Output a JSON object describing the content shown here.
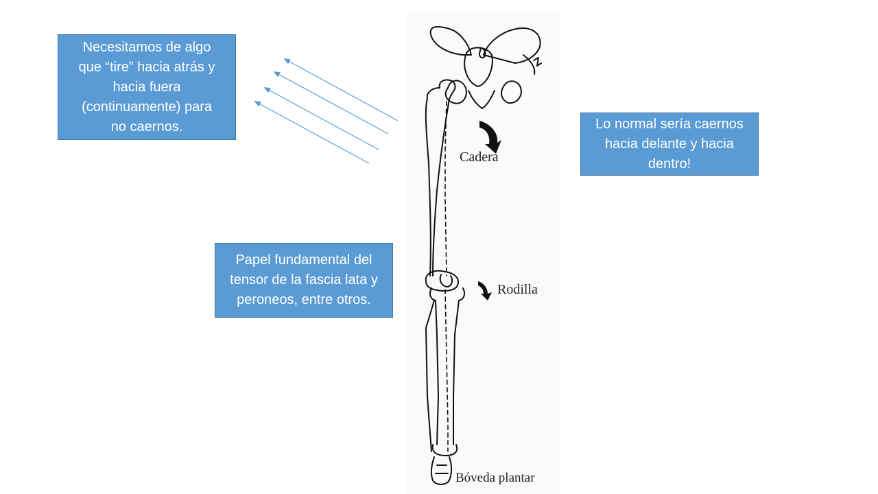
{
  "callouts": {
    "left": "Necesitamos de algo\nque “tire” hacia atrás y\nhacia fuera\n(continuamente) para\nno caernos.",
    "right": "Lo normal sería caernos\nhacia delante y hacia\ndentro!",
    "middle": "Papel fundamental del\ntensor de la fascia lata y\nperoneos, entre otros."
  },
  "figure_labels": {
    "hip": "Cadera",
    "knee": "Rodilla",
    "arch": "Bóveda plantar"
  },
  "colors": {
    "callout_fill": "#5b9bd5",
    "callout_border": "#41719c",
    "arrow_stroke": "#5b9bd5"
  }
}
